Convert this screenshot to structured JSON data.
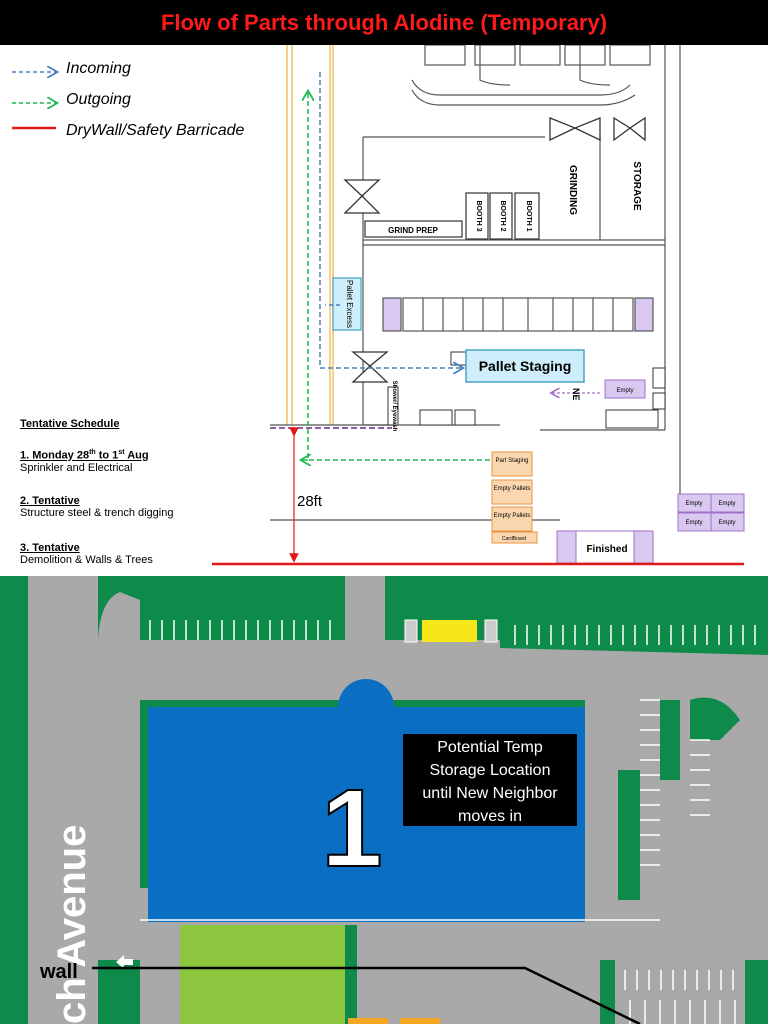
{
  "title": "Flow of Parts through Alodine (Temporary)",
  "legend": {
    "incoming": "Incoming",
    "outgoing": "Outgoing",
    "barricade": "DryWall/Safety Barricade"
  },
  "schedule": {
    "heading": "Tentative Schedule",
    "items": [
      {
        "title_pre": "1. Monday 28",
        "title_sup1": "th",
        "title_mid": " to 1",
        "title_sup2": "st",
        "title_post": " Aug",
        "desc": "Sprinkler and Electrical"
      },
      {
        "title": "2. Tentative",
        "desc": "Structure steel & trench digging"
      },
      {
        "title": "3. Tentative",
        "desc": "Demolition &  Walls & Trees"
      }
    ]
  },
  "floorplan": {
    "grinding": "GRINDING",
    "storage": "STORAGE",
    "grind_prep": "GRIND PREP",
    "booth3": "BOOTH 3",
    "booth2": "BOOTH 2",
    "booth1": "BOOTH 1",
    "pallet_excess": "Pallet Excess",
    "pallet_staging": "Pallet Staging",
    "shower": "Shower/ Eyewash",
    "empty": "Empty",
    "part_staging": "Part Staging",
    "empty_pallets": "Empty Pallets",
    "cardboard": "CardBoard",
    "finished": "Finished",
    "dimension": "28ft",
    "line_letter": "NE"
  },
  "sitemap": {
    "building_number": "1",
    "info_box": [
      "Potential Temp",
      "Storage Location",
      "until New Neighbor",
      "moves in"
    ],
    "street": "ch Avenue",
    "wall_label": "wall"
  },
  "colors": {
    "title_red": "#ff1a1a",
    "incoming_blue": "#4a7fc1",
    "outgoing_green": "#1db954",
    "barricade_red": "#e01818",
    "building_blue": "#0a6fc2",
    "lawn_green": "#0e8a4a",
    "pavement": "#a9a9a9"
  }
}
